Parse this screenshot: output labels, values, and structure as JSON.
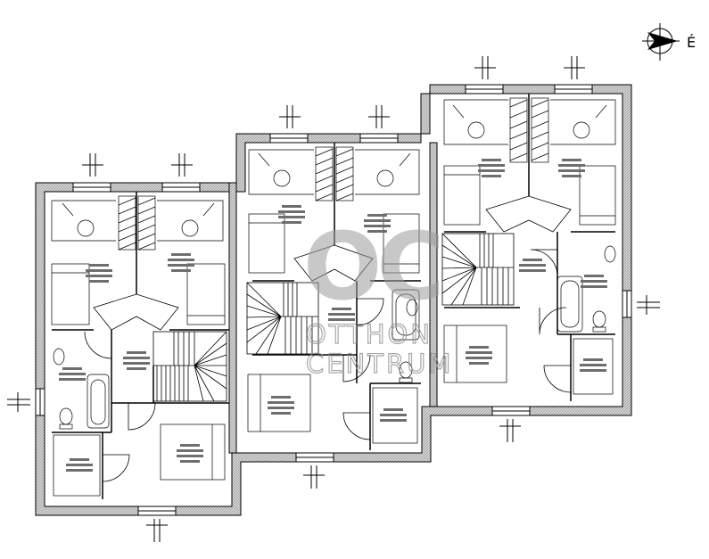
{
  "watermark": {
    "logo": "OC",
    "line1": "OTTHON",
    "line2": "CENTRUM"
  },
  "compass": {
    "label": "É",
    "icon": "north-arrow-icon"
  },
  "colors": {
    "wall_fill": "#bdbdbd",
    "line": "#000000",
    "label_block": "#6e6e6e",
    "watermark": "#9a9a9a"
  }
}
